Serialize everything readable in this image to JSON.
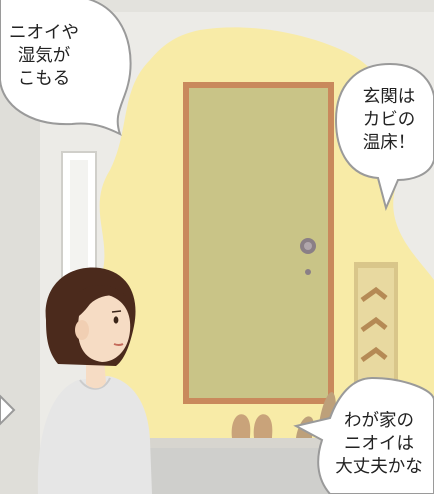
{
  "bubbles": {
    "top_left": {
      "lines": [
        "ニオイや",
        "湿気が",
        "こもる"
      ]
    },
    "top_right": {
      "lines": [
        "玄関は",
        "カビの",
        "温床！"
      ]
    },
    "bottom_right": {
      "lines": [
        "わが家の",
        "ニオイは",
        "大丈夫かな"
      ]
    }
  },
  "colors": {
    "wall": "#ecebe7",
    "wall_shadow": "#d9d8d3",
    "glow": "#f9eba0",
    "door_frame": "#c9895c",
    "door_panel": "#c9c487",
    "floor": "#cfcfcc",
    "hair": "#4b2a1c",
    "skin": "#f6dcc4",
    "shirt": "#e6e6e6",
    "bubble_fill": "#ffffff",
    "bubble_stroke": "#9a9a9a"
  }
}
